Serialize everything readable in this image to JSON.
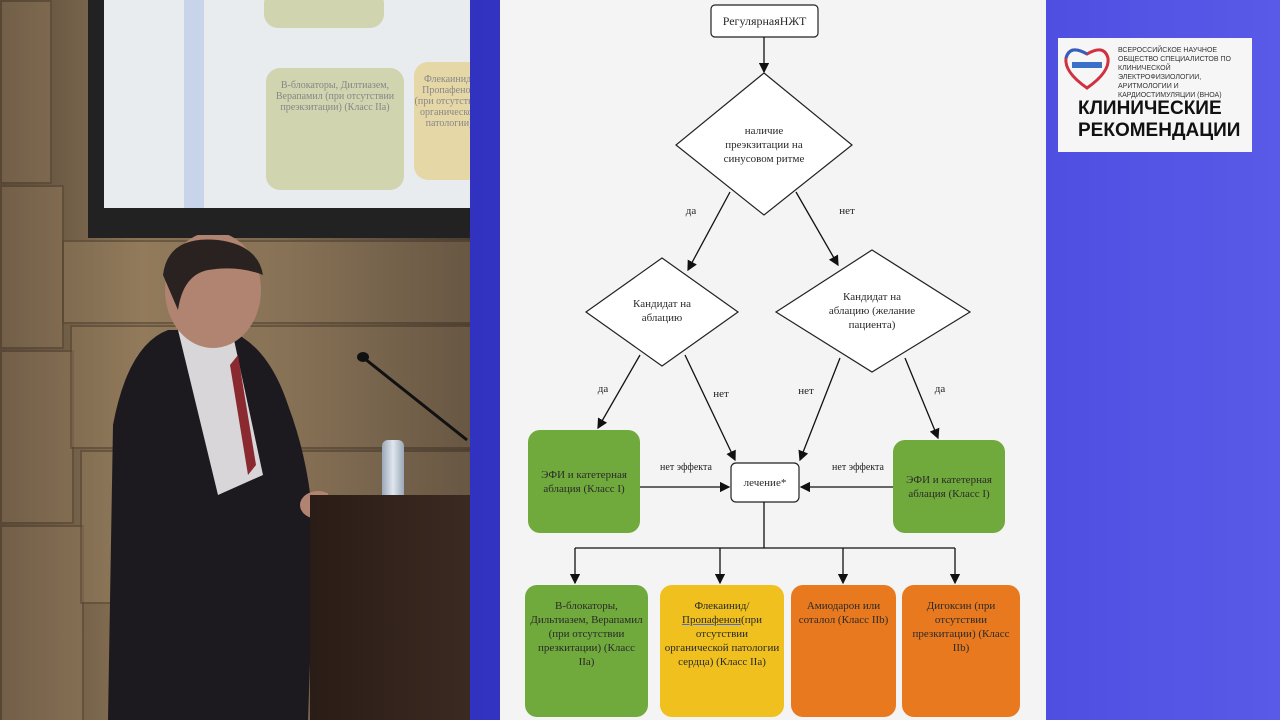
{
  "logo": {
    "org": "ВСЕРОССИЙСКОЕ НАУЧНОЕ ОБЩЕСТВО СПЕЦИАЛИСТОВ ПО КЛИНИЧЕСКОЙ ЭЛЕКТРОФИЗИОЛОГИИ, АРИТМОЛОГИИ И КАРДИОСТИМУЛЯЦИИ (ВНОА)",
    "title_line1": "КЛИНИЧЕСКИЕ",
    "title_line2": "РЕКОМЕНДАЦИИ"
  },
  "background_screen": {
    "box1": "В-блокаторы, Дилтиазем, Верапамил (при отсутствии преэкзитации) (Класс IIa)",
    "box2": "Флекаинид/ Пропафенон (при отсутствии органической патологии)"
  },
  "flowchart": {
    "start": "РегулярнаяНЖТ",
    "decision1": "наличие преэкзитации на синусовом ритме",
    "yes": "да",
    "no": "нет",
    "decision2": "Кандидат на аблацию",
    "decision3": "Кандидат на аблацию (желание пациента)",
    "ablation": "ЭФИ и катетерная аблация (Класс I)",
    "no_effect": "нет эффекта",
    "treatment": "лечение*",
    "drugs": [
      {
        "text": "В-блокаторы, Дильтиазем, Верапамил (при отсутствии презкитации) (Класс IIa)",
        "color": "#71aa3c"
      },
      {
        "text_underlined": "Пропафенон",
        "text_before": "Флекаинид/",
        "text_after": "(при отсутствии органической патологии сердца) (Класс IIa)",
        "color": "#f0c01e"
      },
      {
        "text": "Амиодарон или соталол (Класс IIb)",
        "color": "#e8791e"
      },
      {
        "text": "Дигоксин (при отсутствии презкитации) (Класс IIb)",
        "color": "#e8791e"
      }
    ]
  }
}
